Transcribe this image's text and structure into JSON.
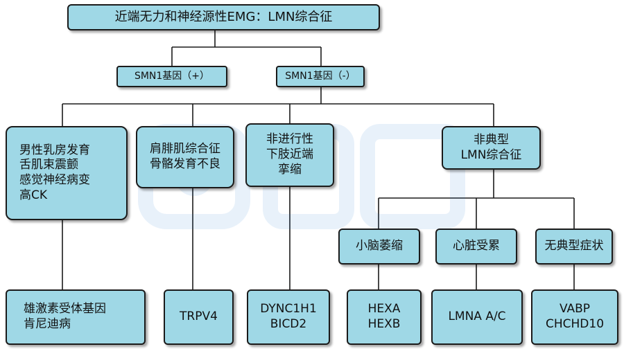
{
  "root": {
    "label": "近端无力和神经源性EMG：LMN综合征"
  },
  "branches": {
    "positive": {
      "label": "SMN1基因（+）"
    },
    "negative": {
      "label": "SMN1基因（-）"
    }
  },
  "level2": {
    "kennedy": {
      "lines": [
        "男性乳房发育",
        "舌肌束震颤",
        "感觉神经病变",
        "高CK"
      ]
    },
    "scapuloperoneal": {
      "lines": [
        "肩腓肌综合征",
        "骨骼发育不良"
      ]
    },
    "nonprogressive": {
      "lines": [
        "非进行性",
        "下肢近端",
        "挛缩"
      ]
    },
    "atypical": {
      "lines": [
        "非典型",
        "LMN综合征"
      ]
    }
  },
  "level3": {
    "cerebellar": {
      "label": "小脑萎缩"
    },
    "cardiac": {
      "label": "心脏受累"
    },
    "no_typical": {
      "label": "无典型症状"
    }
  },
  "genes": {
    "ar": {
      "lines": [
        "雄激素受体基因",
        "肯尼迪病"
      ]
    },
    "trpv4": {
      "lines": [
        "TRPV4"
      ]
    },
    "dync": {
      "lines": [
        "DYNC1H1",
        "BICD2"
      ]
    },
    "hex": {
      "lines": [
        "HEXA",
        "HEXB"
      ]
    },
    "lmna": {
      "lines": [
        "LMNA A/C"
      ]
    },
    "vabp": {
      "lines": [
        "VABP",
        "CHCHD10"
      ]
    }
  },
  "colors": {
    "box_fill": "#9fd8e6",
    "border": "#1a1a1a",
    "line": "#1a1a1a"
  }
}
